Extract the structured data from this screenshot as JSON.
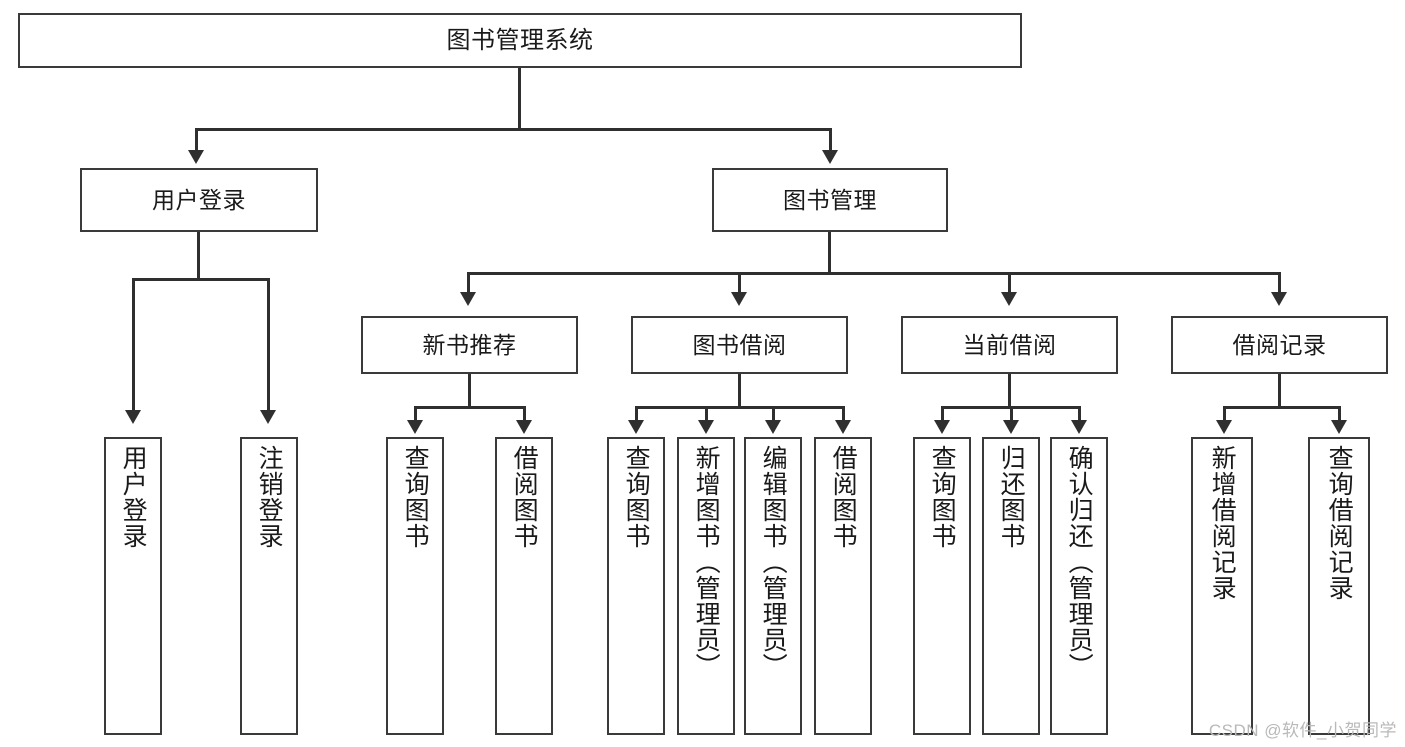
{
  "title": "图书管理系统",
  "watermark": "CSDN @软件_小贺同学",
  "theme": {
    "background": "#ffffff",
    "box_border": "#3a3a3a",
    "connector": "#2f2f2f",
    "text": "#1a1a1a",
    "watermark_color": "#b9b9b9"
  },
  "chart_data": {
    "type": "diagram",
    "diagram_kind": "tree",
    "title": "图书管理系统",
    "orientation": "top-down",
    "levels": 4,
    "root": "图书管理系统",
    "nodes": [
      {
        "id": "root",
        "label": "图书管理系统",
        "level": 0,
        "parent": null,
        "text_orientation": "horizontal"
      },
      {
        "id": "n-login",
        "label": "用户登录",
        "level": 1,
        "parent": "root",
        "text_orientation": "horizontal"
      },
      {
        "id": "n-book-mgmt",
        "label": "图书管理",
        "level": 1,
        "parent": "root",
        "text_orientation": "horizontal"
      },
      {
        "id": "n-new-book",
        "label": "新书推荐",
        "level": 2,
        "parent": "n-book-mgmt",
        "text_orientation": "horizontal"
      },
      {
        "id": "n-borrow",
        "label": "图书借阅",
        "level": 2,
        "parent": "n-book-mgmt",
        "text_orientation": "horizontal"
      },
      {
        "id": "n-current",
        "label": "当前借阅",
        "level": 2,
        "parent": "n-book-mgmt",
        "text_orientation": "horizontal"
      },
      {
        "id": "n-record",
        "label": "借阅记录",
        "level": 2,
        "parent": "n-book-mgmt",
        "text_orientation": "horizontal"
      },
      {
        "id": "l-user-login",
        "label": "用户登录",
        "level": 2,
        "parent": "n-login",
        "text_orientation": "vertical"
      },
      {
        "id": "l-user-logout",
        "label": "注销登录",
        "level": 2,
        "parent": "n-login",
        "text_orientation": "vertical"
      },
      {
        "id": "l-nb-query",
        "label": "查询图书",
        "level": 3,
        "parent": "n-new-book",
        "text_orientation": "vertical"
      },
      {
        "id": "l-nb-borrow",
        "label": "借阅图书",
        "level": 3,
        "parent": "n-new-book",
        "text_orientation": "vertical"
      },
      {
        "id": "l-b-query",
        "label": "查询图书",
        "level": 3,
        "parent": "n-borrow",
        "text_orientation": "vertical"
      },
      {
        "id": "l-b-add",
        "label": "新增图书（管理员）",
        "level": 3,
        "parent": "n-borrow",
        "text_orientation": "vertical"
      },
      {
        "id": "l-b-edit",
        "label": "编辑图书（管理员）",
        "level": 3,
        "parent": "n-borrow",
        "text_orientation": "vertical"
      },
      {
        "id": "l-b-borrow",
        "label": "借阅图书",
        "level": 3,
        "parent": "n-borrow",
        "text_orientation": "vertical"
      },
      {
        "id": "l-c-query",
        "label": "查询图书",
        "level": 3,
        "parent": "n-current",
        "text_orientation": "vertical"
      },
      {
        "id": "l-c-return",
        "label": "归还图书",
        "level": 3,
        "parent": "n-current",
        "text_orientation": "vertical"
      },
      {
        "id": "l-c-confirm",
        "label": "确认归还（管理员）",
        "level": 3,
        "parent": "n-current",
        "text_orientation": "vertical"
      },
      {
        "id": "l-r-add",
        "label": "新增借阅记录",
        "level": 3,
        "parent": "n-record",
        "text_orientation": "vertical"
      },
      {
        "id": "l-r-query",
        "label": "查询借阅记录",
        "level": 3,
        "parent": "n-record",
        "text_orientation": "vertical"
      }
    ],
    "edges": [
      {
        "from": "root",
        "to": "n-login",
        "arrow": true
      },
      {
        "from": "root",
        "to": "n-book-mgmt",
        "arrow": true
      },
      {
        "from": "n-login",
        "to": "l-user-login",
        "arrow": true
      },
      {
        "from": "n-login",
        "to": "l-user-logout",
        "arrow": true
      },
      {
        "from": "n-book-mgmt",
        "to": "n-new-book",
        "arrow": true
      },
      {
        "from": "n-book-mgmt",
        "to": "n-borrow",
        "arrow": true
      },
      {
        "from": "n-book-mgmt",
        "to": "n-current",
        "arrow": true
      },
      {
        "from": "n-book-mgmt",
        "to": "n-record",
        "arrow": true
      },
      {
        "from": "n-new-book",
        "to": "l-nb-query",
        "arrow": true
      },
      {
        "from": "n-new-book",
        "to": "l-nb-borrow",
        "arrow": true
      },
      {
        "from": "n-borrow",
        "to": "l-b-query",
        "arrow": true
      },
      {
        "from": "n-borrow",
        "to": "l-b-add",
        "arrow": true
      },
      {
        "from": "n-borrow",
        "to": "l-b-edit",
        "arrow": true
      },
      {
        "from": "n-borrow",
        "to": "l-b-borrow",
        "arrow": true
      },
      {
        "from": "n-current",
        "to": "l-c-query",
        "arrow": true
      },
      {
        "from": "n-current",
        "to": "l-c-return",
        "arrow": true
      },
      {
        "from": "n-current",
        "to": "l-c-confirm",
        "arrow": true
      },
      {
        "from": "n-record",
        "to": "l-r-add",
        "arrow": true
      },
      {
        "from": "n-record",
        "to": "l-r-query",
        "arrow": true
      }
    ]
  }
}
